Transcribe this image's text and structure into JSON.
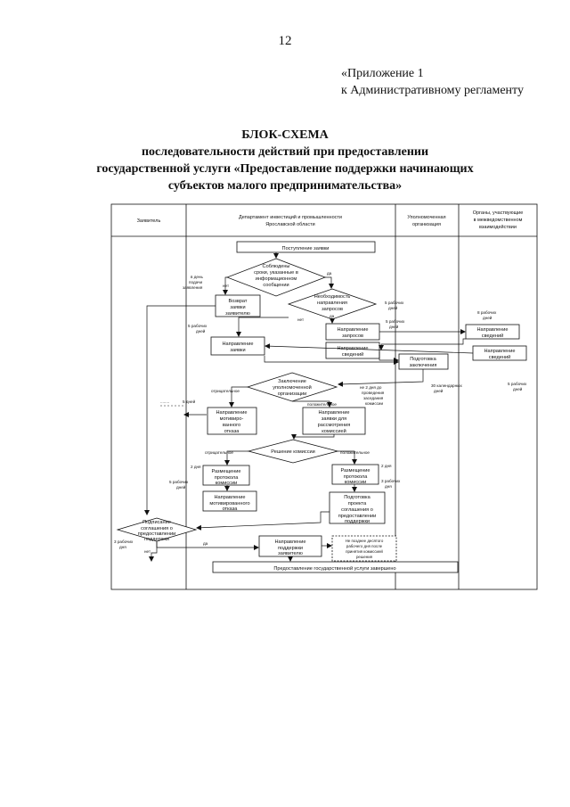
{
  "page_number": "12",
  "appendix": {
    "line1": "«Приложение 1",
    "line2": "к Административному регламенту"
  },
  "title": {
    "line1": "БЛОК-СХЕМА",
    "line2": "последовательности действий при предоставлении",
    "line3": "государственной услуги «Предоставление поддержки начинающих",
    "line4": "субъектов малого предпринимательства»"
  },
  "columns": {
    "applicant": "Заявитель",
    "department_1": "Департамент инвестиций и промышленности",
    "department_2": "Ярославской области",
    "authorized_1": "Уполномоченная",
    "authorized_2": "организация",
    "bodies_1": "Органы, участвующие",
    "bodies_2": "в межведомственном",
    "bodies_3": "взаимодействии"
  },
  "nodes": {
    "receipt": "Поступление заявки",
    "d1_l1": "Соблюдены",
    "d1_l2": "сроки, указанные в",
    "d1_l3": "информационном",
    "d1_l4": "сообщении",
    "return_l1": "Возврат",
    "return_l2": "заявки",
    "return_l3": "заявителю",
    "d2_l1": "Необходимость",
    "d2_l2": "направления",
    "d2_l3": "запросов",
    "send_app_l1": "Направление",
    "send_app_l2": "заявки",
    "send_req_l1": "Направление",
    "send_req_l2": "запросов",
    "send_info_l1": "Направление",
    "send_info_l2": "сведений",
    "send_info2_l1": "Направление",
    "send_info2_l2": "сведений",
    "conclusion_l1": "Подготовка",
    "conclusion_l2": "заключения",
    "d3_l1": "Заключение",
    "d3_l2": "уполномоченной",
    "d3_l3": "организации",
    "refusal_l1": "Направление",
    "refusal_l2": "мотивиро-",
    "refusal_l3": "ванного",
    "refusal_l4": "отказа",
    "commission_l1": "Направление",
    "commission_l2": "заявки для",
    "commission_l3": "рассмотрения",
    "commission_l4": "комиссией",
    "decision": "Решение комиссии",
    "protocol_a_l1": "Размещение",
    "protocol_a_l2": "протокола",
    "protocol_a_l3": "комиссии",
    "protocol_b_l1": "Размещение",
    "protocol_b_l2": "протокола",
    "protocol_b_l3": "комиссии",
    "motivated_l1": "Направление",
    "motivated_l2": "мотивированного",
    "motivated_l3": "отказа",
    "agreement_prep_l1": "Подготовка",
    "agreement_prep_l2": "проекта",
    "agreement_prep_l3": "соглашения о",
    "agreement_prep_l4": "предоставлении",
    "agreement_prep_l5": "поддержки",
    "signing_l1": "Подписание",
    "signing_l2": "соглашения о",
    "signing_l3": "предоставлении",
    "signing_l4": "поддержки",
    "support_l1": "Направление",
    "support_l2": "поддержки",
    "support_l3": "заявителю",
    "note_l1": "Не позднее десятого",
    "note_l2": "рабочего дня после",
    "note_l3": "принятия комиссией",
    "note_l4": "решения",
    "final": "Предоставление государственной услуги завершено"
  },
  "labels": {
    "no": "нет",
    "yes": "да",
    "no2": "нет",
    "yes2": "да",
    "no3": "нет",
    "yes3": "да",
    "day_receipt_l1": "в день",
    "day_receipt_l2": "подачи",
    "day_receipt_l3": "заявления",
    "wd5_a": "5 рабочих",
    "wd5_a2": "дней",
    "wd5_b": "5 рабочих",
    "wd5_b2": "дней",
    "wd5_c": "5 рабочих",
    "wd5_c2": "дней",
    "wd5_d": "5 рабочих",
    "wd5_d2": "дней",
    "wd8_l1": "8 рабочих",
    "wd8_l2": "дней",
    "cal30_l1": "30 календарных",
    "cal30_l2": "дней",
    "days5": "5 дней",
    "negative": "отрицательное",
    "positive": "положительное",
    "negative2": "отрицательное",
    "positive2": "положительное",
    "before_meeting_l1": "не 2 дня до",
    "before_meeting_l2": "проведения",
    "before_meeting_l3": "заседания",
    "before_meeting_l4": "комиссии",
    "days2_a": "2 дня",
    "days2_b": "2 дня",
    "wd3_l1": "3 рабочих",
    "wd3_l2": "дня",
    "wd5_e": "5 рабочих",
    "wd5_e2": "дней",
    "wd3b_l1": "3 рабочих",
    "wd3b_l2": "дня",
    "dots": "........"
  }
}
